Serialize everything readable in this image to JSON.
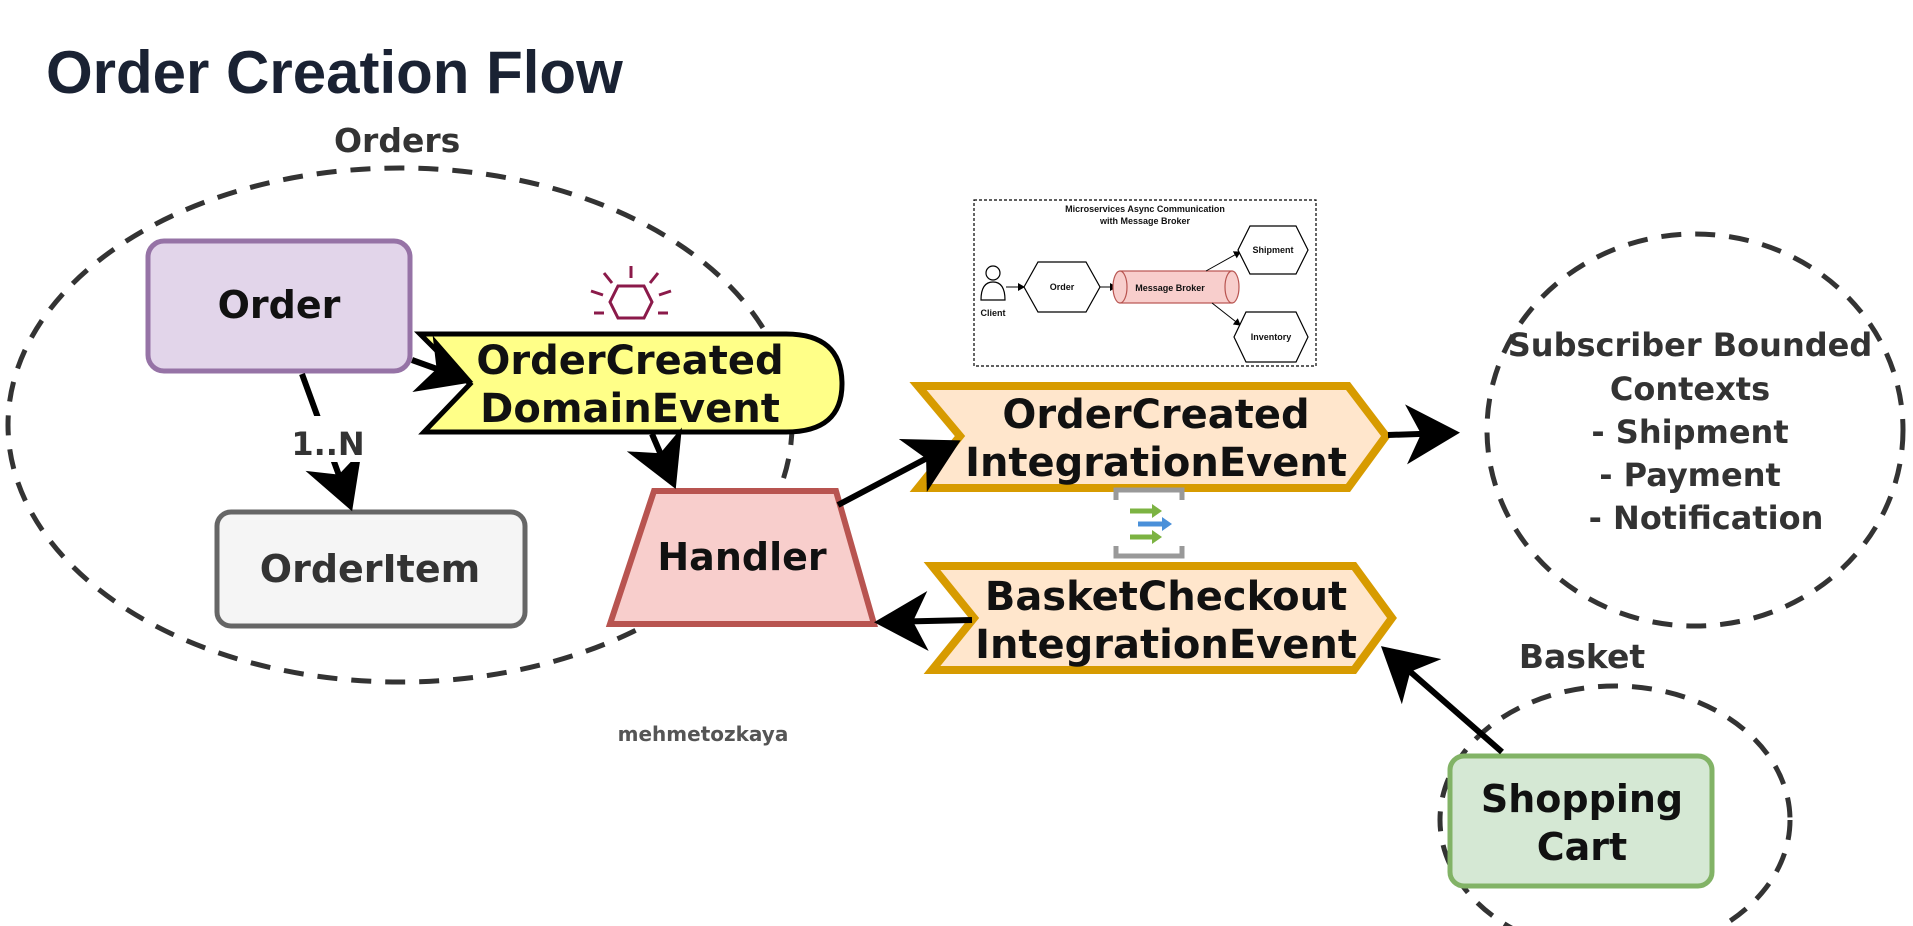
{
  "title": "Order Creation Flow",
  "contexts": {
    "orders": "Orders",
    "basket": "Basket",
    "subscribers": {
      "title_line1": "Subscriber Bounded",
      "title_line2": "Contexts",
      "items": [
        "- Shipment",
        "- Payment",
        "- Notification"
      ]
    }
  },
  "nodes": {
    "order": "Order",
    "order_item": "OrderItem",
    "multiplicity": "1..N",
    "domain_event": {
      "line1": "OrderCreated",
      "line2": "DomainEvent"
    },
    "handler": "Handler",
    "order_created_integration": {
      "line1": "OrderCreated",
      "line2": "IntegrationEvent"
    },
    "basket_checkout_integration": {
      "line1": "BasketCheckout",
      "line2": "IntegrationEvent"
    },
    "shopping_cart": {
      "line1": "Shopping",
      "line2": "Cart"
    }
  },
  "inset": {
    "title_line1": "Microservices Async Communication",
    "title_line2": "with Message Broker",
    "client": "Client",
    "order": "Order",
    "broker": "Message Broker",
    "shipment": "Shipment",
    "inventory": "Inventory"
  },
  "watermark": "mehmetozkaya",
  "colors": {
    "order_fill": "#e2d5ea",
    "order_stroke": "#9673a6",
    "orderitem_fill": "#f5f5f5",
    "orderitem_stroke": "#666666",
    "domain_event_fill": "#ffff88",
    "handler_fill": "#f8cecc",
    "handler_stroke": "#b85450",
    "integration_fill": "#ffe6cc",
    "integration_stroke": "#d79b00",
    "cart_fill": "#d5e8d4",
    "cart_stroke": "#82b366",
    "event_icon": "#8b1a4a"
  },
  "icons": [
    "event-bulb-icon",
    "event-bus-icon"
  ]
}
